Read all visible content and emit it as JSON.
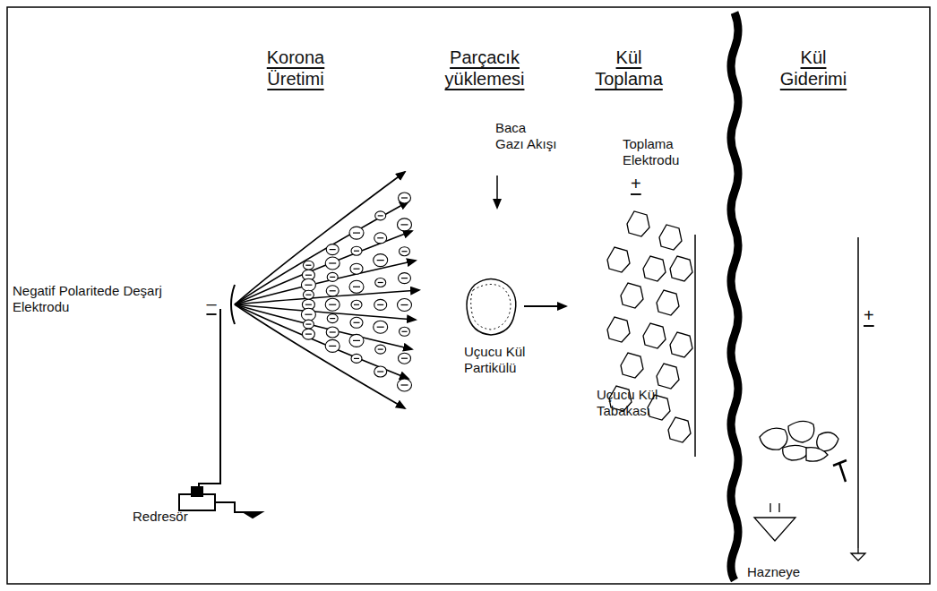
{
  "diagram": {
    "labels": [
      "Korona Üretimi",
      "Parçacık yüklemesi",
      "Kül Toplama",
      "Kül Giderimi",
      "Baca Gazı Akışı",
      "Toplama Elektrodu",
      "+",
      "Negatif Polaritede Deşarj Elektrodu",
      "–",
      "Uçucu Kül Partikülü",
      "Uçucu Kül Tabakası",
      "Redresör",
      "+",
      "Hazneye"
    ]
  }
}
